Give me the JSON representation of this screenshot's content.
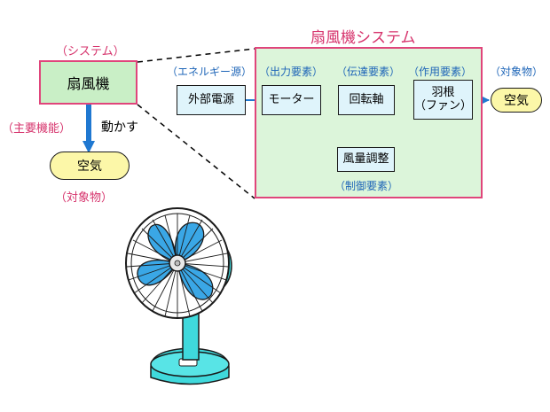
{
  "left": {
    "system_label": "（システム）",
    "system_name": "扇風機",
    "main_function_label": "（主要機能）",
    "action": "動かす",
    "target": "空気",
    "target_label": "（対象物）"
  },
  "panel": {
    "title": "扇風機システム",
    "energy_label": "（エネルギー源）",
    "output_label": "（出力要素）",
    "transmission_label": "（伝達要素）",
    "action_label": "（作用要素）",
    "target_label": "（対象物）",
    "control_label": "（制御要素）",
    "nodes": {
      "power": "外部電源",
      "motor": "モーター",
      "shaft": "回転軸",
      "blade": "羽根\n（ファン）",
      "control": "風量調整",
      "target": "空気"
    }
  },
  "colors": {
    "accent_pink": "#e0457b",
    "arrow_blue": "#1f78d1",
    "fan_blue": "#3aa7e6",
    "fan_base": "#3fd9dc"
  },
  "icons": [
    "fan-illustration"
  ]
}
